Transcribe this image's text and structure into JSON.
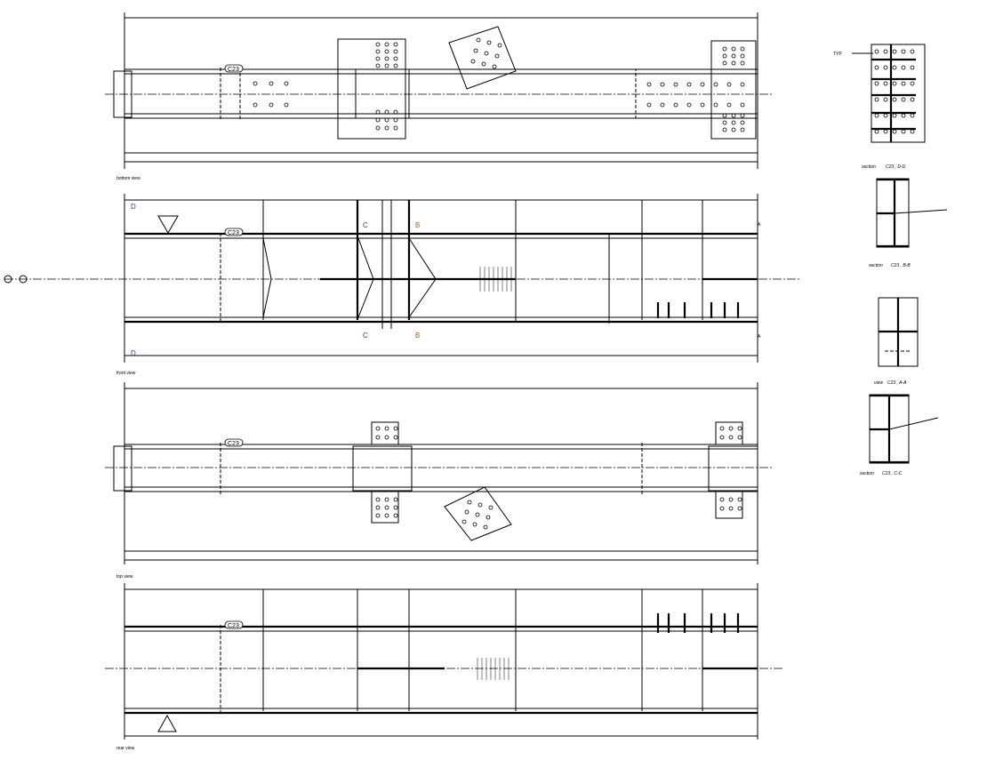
{
  "views": {
    "bottom": {
      "label": "bottom view",
      "tag": "C23"
    },
    "front": {
      "label": "front view",
      "tag": "C23"
    },
    "top": {
      "label": "top view",
      "tag": "C23"
    },
    "rear": {
      "label": "rear view",
      "tag": "C23"
    }
  },
  "sections": {
    "dd": {
      "kind": "section",
      "name": "C23 , D-D",
      "typ": "TYP"
    },
    "bb": {
      "kind": "section",
      "name": "C23 , B-B"
    },
    "aa": {
      "kind": "view",
      "name": "C23 , A-A"
    },
    "cc": {
      "kind": "section",
      "name": "C23 , C-C"
    }
  },
  "cut_marks": {
    "a": "A",
    "b": "B",
    "c": "C",
    "d": "D"
  }
}
